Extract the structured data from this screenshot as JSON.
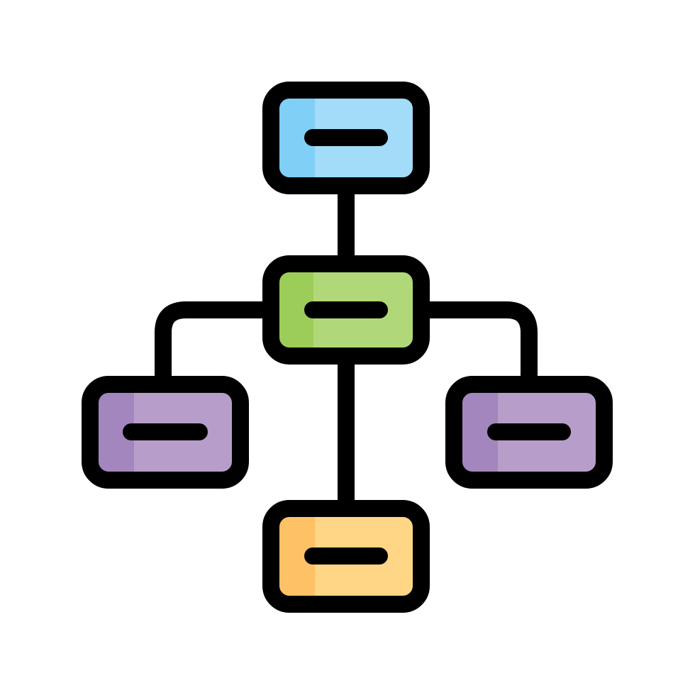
{
  "icon": {
    "name": "hierarchy-structure-icon",
    "style": "filled-outline",
    "outline_color": "#000000",
    "background_color": "#ffffff"
  },
  "nodes": [
    {
      "id": "top",
      "name": "node-top",
      "fill": "#a2dcf8",
      "shade": "#80cff6"
    },
    {
      "id": "middle",
      "name": "node-middle",
      "fill": "#b1d878",
      "shade": "#9ccd58"
    },
    {
      "id": "left",
      "name": "node-left",
      "fill": "#b79eca",
      "shade": "#a386bd"
    },
    {
      "id": "right",
      "name": "node-right",
      "fill": "#b79eca",
      "shade": "#a386bd"
    },
    {
      "id": "bottom",
      "name": "node-bottom",
      "fill": "#ffd685",
      "shade": "#ffc166"
    }
  ]
}
